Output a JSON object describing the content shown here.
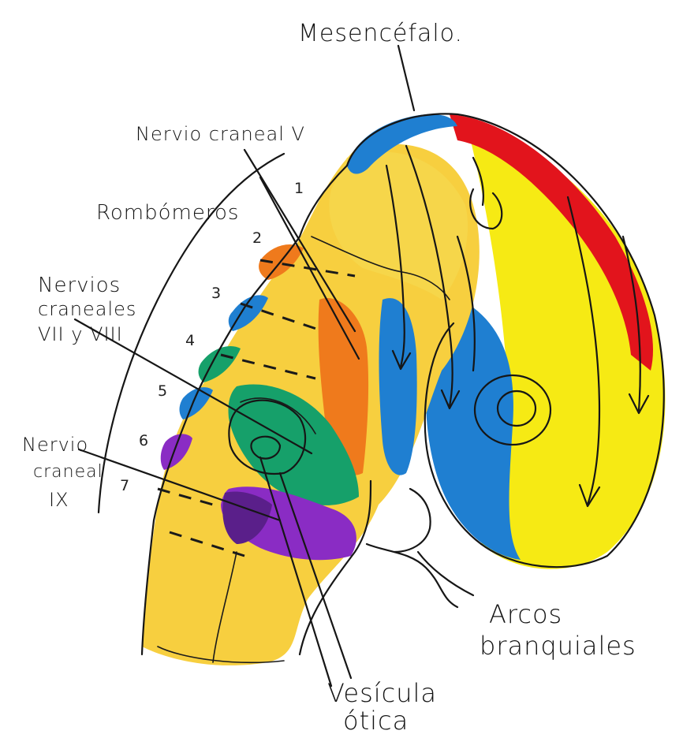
{
  "labels": {
    "mesencefalo": "Mesencéfalo.",
    "nervio_craneal_v": "Nervio craneal V",
    "rombomeros": "Rombómeros",
    "nervios_craneales_line1": "Nervios",
    "nervios_craneales_line2": "craneales",
    "nervios_craneales_line3": "VII y VIII",
    "nervio_craneal_ix_line1": "Nervio",
    "nervio_craneal_ix_line2": "craneal",
    "nervio_craneal_ix_line3": "IX",
    "arcos_line1": "Arcos",
    "arcos_line2": "branquiales",
    "vesicula_line1": "Vesícula",
    "vesicula_line2": "ótica"
  },
  "rhombomere_numbers": [
    "1",
    "2",
    "3",
    "4",
    "5",
    "6",
    "7"
  ],
  "colors": {
    "yellow": "#f7cf3f",
    "bright_yellow": "#f6ea14",
    "red": "#e2141c",
    "blue": "#1f7fd1",
    "orange": "#ef7a1c",
    "green": "#16a06a",
    "purple": "#8a2cc4",
    "dark_purple": "#5a1f8a"
  }
}
